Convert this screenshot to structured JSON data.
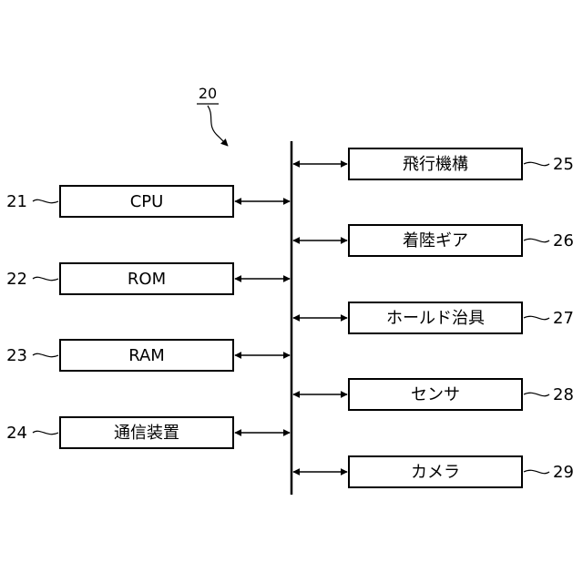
{
  "figure": {
    "system_ref": "20",
    "left_components": [
      {
        "ref": "21",
        "label": "CPU"
      },
      {
        "ref": "22",
        "label": "ROM"
      },
      {
        "ref": "23",
        "label": "RAM"
      },
      {
        "ref": "24",
        "label": "通信装置"
      }
    ],
    "right_components": [
      {
        "ref": "25",
        "label": "飛行機構"
      },
      {
        "ref": "26",
        "label": "着陸ギア"
      },
      {
        "ref": "27",
        "label": "ホールド治具"
      },
      {
        "ref": "28",
        "label": "センサ"
      },
      {
        "ref": "29",
        "label": "カメラ"
      }
    ]
  }
}
